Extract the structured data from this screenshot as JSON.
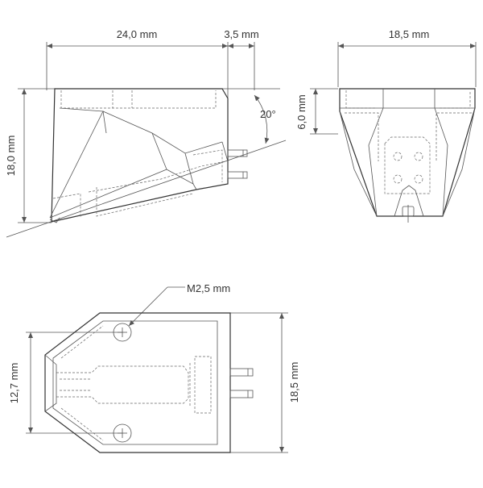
{
  "dimensions": {
    "side_length": "24,0 mm",
    "side_pin_length": "3,5 mm",
    "side_height": "18,0 mm",
    "side_angle": "20°",
    "front_width": "18,5 mm",
    "front_step_height": "6,0 mm",
    "top_mount_spacing": "12,7 mm",
    "top_width": "18,5 mm",
    "top_screw_thread": "M2,5 mm"
  }
}
